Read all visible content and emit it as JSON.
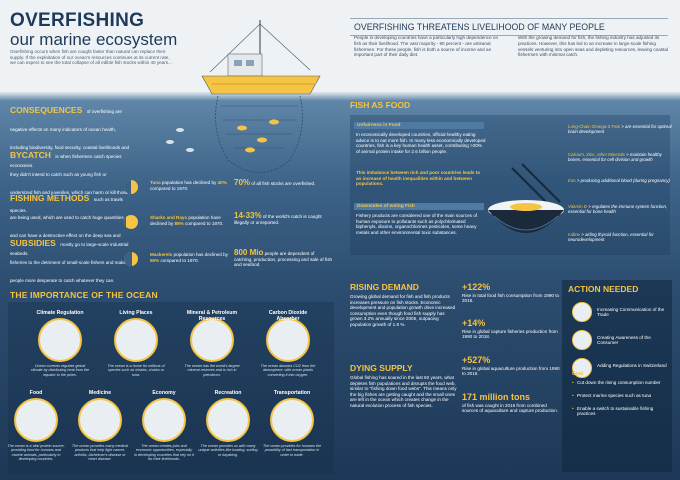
{
  "header": {
    "title": "OVERFISHING",
    "subtitle": "our marine ecosystem",
    "intro": "Overfishing occurs when fish are caught faster than natural can replace their supply. If the exploitation of our ocean's resources continues at its current rate, we can expect to see the total collapse of all edible fish stocks within 40 years..."
  },
  "threat": {
    "title": "OVERFISHING THREATENS LIVELIHOOD OF MANY PEOPLE",
    "col1": "People in developing countries have a particularly high dependence on fish as their livelihood. The vast majority - 90 percent - are artisanal fishermen. For these people, fish is both a source of income and an important part of their daily diet.",
    "col2": "With the growing demand for fish, the fishing industry has adjusted its practices. However, this has led to an increase in large-scale fishing vessels venturing into open seas and depleting resources, leaving coastal fishermen with minimal catch."
  },
  "consequences": {
    "title": "CONSEQUENCES",
    "text": "of overfishing are negative effects on many indicators of ocean health, including biodiversity, food security, coastal livelihoods and economies."
  },
  "bycatch": {
    "title": "BYCATCH",
    "text": "is when fishermen catch species they didn't intend to catch such as young fish or undersized fish and juveniles, which can harm or kill those species."
  },
  "methods": {
    "title": "FISHING METHODS",
    "text": "such as trawls are being used, which are used to catch huge quantities and can have a destructive effect on the deep sea and seabeds."
  },
  "subsidies": {
    "title": "SUBSIDIES",
    "text": "mostly go to large-scale industrial fisheries to the detriment of small-scale fishers and make people more desperate to catch whatever they can."
  },
  "stats_left": [
    {
      "label": "Tuna",
      "text": "population has declined by",
      "pct": "40%",
      "suffix": "compared to 1970."
    },
    {
      "label": "Sharks and Rays",
      "text": "population have declined by",
      "pct": "85%",
      "suffix": "compared to 1970."
    },
    {
      "label": "Mackerels",
      "text": "population has declined by",
      "pct": "55%",
      "suffix": "compared to 1970."
    }
  ],
  "stats_right": [
    {
      "big": "70%",
      "text": "of all fish stocks are overfished."
    },
    {
      "big": "14-33%",
      "text": "of the world's catch is caught illegally or unreported."
    },
    {
      "big": "800 Mio",
      "text": "people are dependent of catching, production, processing and sale of fish and seafood."
    }
  ],
  "importance": {
    "title": "THE IMPORTANCE OF THE OCEAN",
    "items": [
      {
        "label": "Climate Regulation",
        "desc": "Ocean currents regulate global climate by distributing heat from the equator to the poles."
      },
      {
        "label": "Living Places",
        "desc": "The ocean is a home for millions of species such as whales, sharks or tuna."
      },
      {
        "label": "Mineral & Petroleum Resources",
        "desc": "The ocean has the world's largest mineral reserves and is rich in petroleum."
      },
      {
        "label": "Carbon Dioxide Absorber",
        "desc": "The ocean absorbs CO2 from the atmosphere, with ocean plants converting it into oxygen."
      },
      {
        "label": "Food",
        "desc": "The ocean is a vital protein source, providing food for humans and marine animals, particularly in developing countries."
      },
      {
        "label": "Medicine",
        "desc": "The ocean provides many medical products that help fight cancer, arthritis, Alzheimer's disease or heart disease."
      },
      {
        "label": "Economy",
        "desc": "The ocean creates jobs and economic opportunities, especially in developing countries that rely on it for their livelihoods."
      },
      {
        "label": "Recreation",
        "desc": "The ocean provides us with many unique activities like boating, surfing or kayaking."
      },
      {
        "label": "Transportation",
        "desc": "The ocean provides for humans the possibility of fast transportation in order to trade."
      }
    ]
  },
  "food": {
    "title": "FISH AS FOOD",
    "unfairness_title": "Unfairness in Food",
    "unfairness_text": "In economically developed countries, official healthy eating advice is to eat more fish. In many less economically developed countries, fish is a key human health asset, contributing >20% of animal protein intake for 2.6 billion people.",
    "unfairness_hl": "This imbalance between rich and poor countries leads to an increase of health inequalities within and between populations.",
    "downsides_title": "Downsides of eating Fish",
    "downsides_text": "Fishery products are considered one of the main sources of human exposure to pollutants such as polychlorinated biphenyls, dioxins, organochlorines pesticides, some heavy metals and other environmental toxic substances.",
    "nutrients": [
      {
        "name": "Long-Chain Omega-3 Fats",
        "text": "> are essential for optimal brain development"
      },
      {
        "name": "Calcium, Zinc, other Minerals",
        "text": "> maintain healthy bones, essential for cell division and growth"
      },
      {
        "name": "Iron",
        "text": "> producing additional blood (during pregnancy)"
      },
      {
        "name": "Vitamin D",
        "text": "> regulates the immune system function, essential for bone health"
      },
      {
        "name": "Iodine",
        "text": "> aiding thyroid function, essential for neurodevelopment"
      }
    ]
  },
  "rising": {
    "title": "RISING DEMAND",
    "text": "Growing global demand for fish and fish products increases pressure on fish stocks. Economic development and population growth drive increased consumption even though food fish supply has grown 3.2% annually since 2005, outpacing population growth of 1.6 %."
  },
  "dying": {
    "title": "DYING SUPPLY",
    "text": "Global fishing has soared in the last 60 years, what depletes fish populations and disrupts the food web, similar to \"fishing down food webs\". This means only the big fishes are getting caught and the small ones are left in the ocean which creates change in the natural evolution process of fish species."
  },
  "growth": [
    {
      "big": "+122%",
      "text": "Rise in total food fish consumption from 1990 to 2018."
    },
    {
      "big": "+14%",
      "text": "Rise in global capture fisheries production from 1990 to 2018."
    },
    {
      "big": "+527%",
      "text": "Rise in global aquaculture production from 1990 to 2018."
    },
    {
      "big": "171 million tons",
      "text": "of fish was caught in 2016 from combined sources of aquaculture and capture production."
    }
  ],
  "action": {
    "title": "ACTION NEEDED",
    "items": [
      "Increasing Communication of the Trade",
      "Creating Awareness of the Consumer",
      "Adding Regulations in Switzerland"
    ],
    "goal_title": "Goal",
    "goals": [
      "Cut down the rising consumption number",
      "Protect marine species such as tuna",
      "Enable a switch to sustainable fishing practices"
    ]
  },
  "colors": {
    "accent": "#f5c442",
    "navy": "#1d3a5a",
    "ocean": "#3e6489"
  }
}
